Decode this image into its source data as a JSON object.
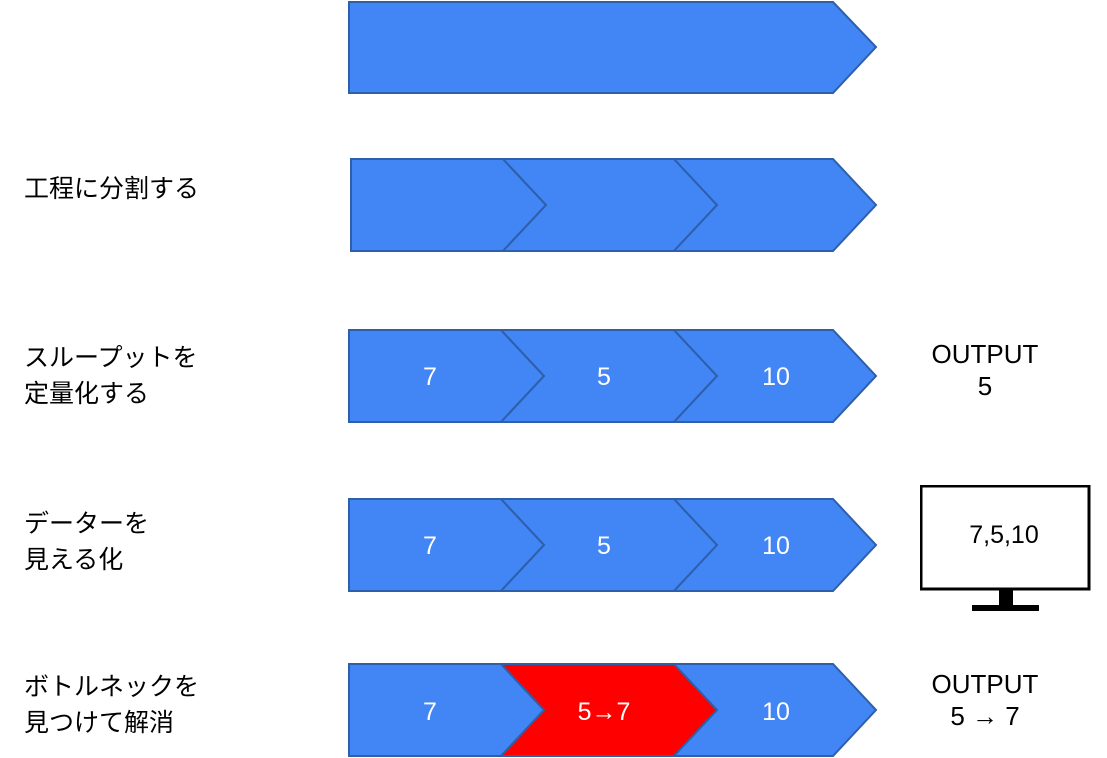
{
  "rows": [
    {
      "label": "",
      "values": [],
      "output": null
    },
    {
      "label": "工程に分割する",
      "values": [
        "",
        "",
        ""
      ],
      "output": null
    },
    {
      "label": "スループットを\n定量化する",
      "values": [
        "7",
        "5",
        "10"
      ],
      "output": "OUTPUT\n5"
    },
    {
      "label": "データーを\n見える化",
      "values": [
        "7",
        "5",
        "10"
      ],
      "monitor": "7,5,10"
    },
    {
      "label": "ボトルネックを\n見つけて解消",
      "values": [
        "7",
        "5→7",
        "10"
      ],
      "output": "OUTPUT\n5 → 7"
    }
  ],
  "colors": {
    "chevron_fill": "#4285F4",
    "chevron_stroke": "#2E5FAA",
    "bottleneck_fill": "#FF0000",
    "monitor_stroke": "#000000"
  }
}
